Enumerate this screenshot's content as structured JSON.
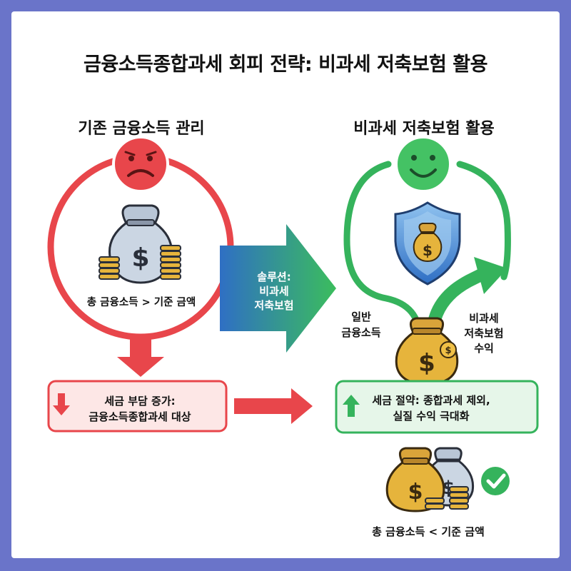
{
  "title": "금융소득종합과세 회피 전략: 비과세 저축보험 활용",
  "left": {
    "heading": "기존 금융소득 관리",
    "total_label": "총 금융소득 > 기준 금액",
    "result_lines": [
      "세금 부담 증가:",
      "금융소득종합과세 대상"
    ]
  },
  "solution_arrow": {
    "lines": [
      "솔루션:",
      "비과세",
      "저축보험"
    ]
  },
  "right": {
    "heading": "비과세 저축보험 활용",
    "general_label_lines": [
      "일반",
      "금융소득"
    ],
    "insurance_label_lines": [
      "비과세",
      "저축보험",
      "수익"
    ],
    "result_lines": [
      "세금 절약: 종합과세 제외,",
      "실질 수익 극대화"
    ],
    "total_label": "총 금융소득 < 기준 금액"
  },
  "colors": {
    "frame": "#6a74c9",
    "red": "#e8464b",
    "green": "#35b35c",
    "blue": "#2f6fc4",
    "gold": "#d9a43a"
  }
}
